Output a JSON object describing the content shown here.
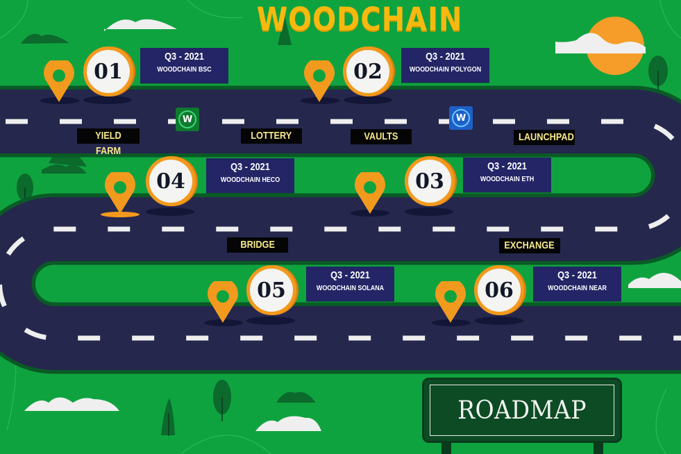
{
  "title": "WOODCHAIN",
  "sign": {
    "label": "ROADMAP"
  },
  "milestones": [
    {
      "number": "01",
      "quarter": "Q3 - 2021",
      "name": "WOODCHAIN BSC"
    },
    {
      "number": "02",
      "quarter": "Q3 - 2021",
      "name": "WOODCHAIN POLYGON"
    },
    {
      "number": "03",
      "quarter": "Q3 - 2021",
      "name": "WOODCHAIN ETH"
    },
    {
      "number": "04",
      "quarter": "Q3 - 2021",
      "name": "WOODCHAIN HECO"
    },
    {
      "number": "05",
      "quarter": "Q3 - 2021",
      "name": "WOODCHAIN SOLANA"
    },
    {
      "number": "06",
      "quarter": "Q3 - 2021",
      "name": "WOODCHAIN NEAR"
    }
  ],
  "features": [
    {
      "label": "YIELD FARM"
    },
    {
      "label": "LOTTERY"
    },
    {
      "label": "VAULTS"
    },
    {
      "label": "LAUNCHPAD"
    },
    {
      "label": "BRIDGE"
    },
    {
      "label": "EXCHANGE"
    }
  ],
  "tokens": [
    {
      "icon": "green-w-token-icon",
      "glyph": "W",
      "color": "#0e7a2e"
    },
    {
      "icon": "blue-w-token-icon",
      "glyph": "W",
      "color": "#1d5fc7"
    }
  ],
  "colors": {
    "grass": "#0fa33f",
    "road": "#25274d",
    "road_edge": "#0a5a26",
    "pin": "#f29a1e",
    "title": "#f7b90f",
    "infobox": "#232566",
    "feature_text": "#f6e98a"
  }
}
